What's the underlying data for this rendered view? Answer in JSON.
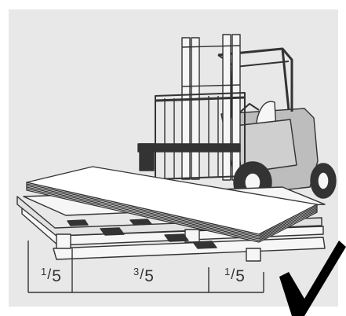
{
  "colors": {
    "background_panel": "#e8e8e8",
    "outline": "#333333",
    "fill_gray": "#bdbdbd",
    "fill_light": "#f6f6f6",
    "dark_slat": "#333333",
    "checkmark": "#000000"
  },
  "icons": {
    "forklift": "forklift-illustration",
    "sheet_stack": "sheet-stack-illustration",
    "pallet": "pallet-illustration",
    "check": "checkmark-icon"
  },
  "segments": [
    {
      "numerator": "1",
      "denominator": "5"
    },
    {
      "numerator": "3",
      "denominator": "5"
    },
    {
      "numerator": "1",
      "denominator": "5"
    }
  ]
}
